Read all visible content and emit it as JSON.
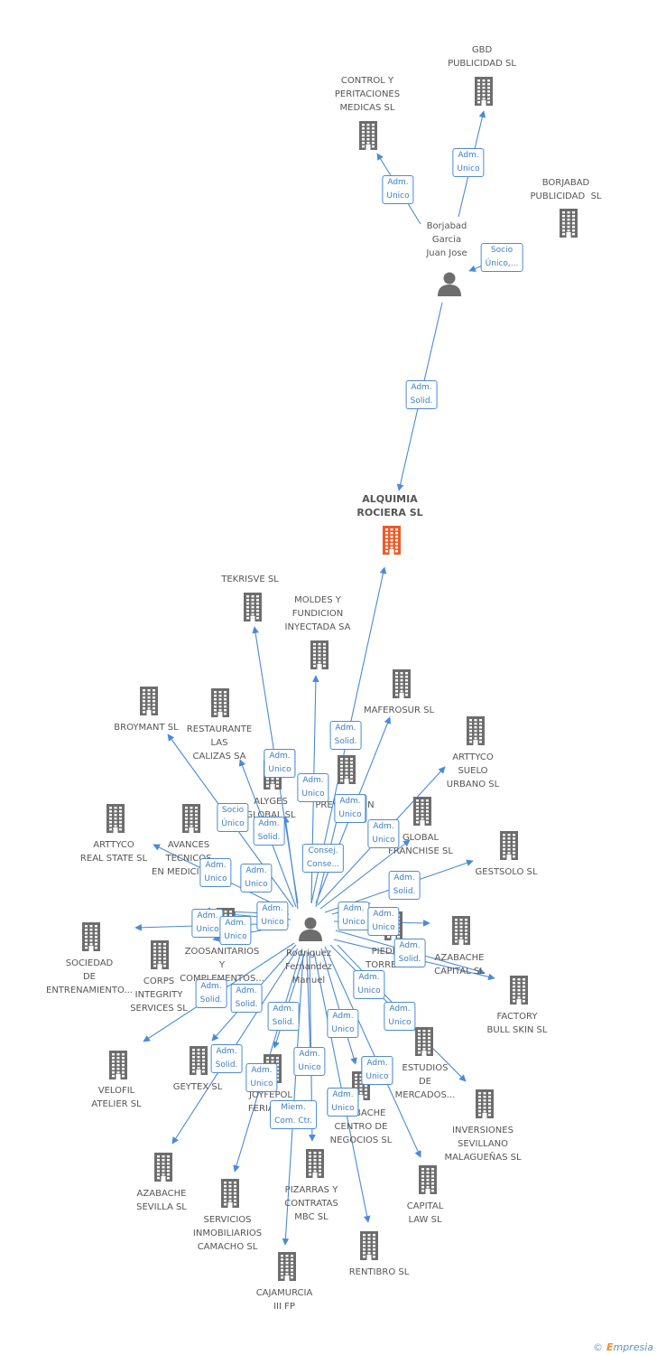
{
  "colors": {
    "edge": "#4a8ad8",
    "building": "#6d6d6d",
    "building_main": "#f05a28",
    "person": "#6d6d6d",
    "box_border": "#4a8ad8",
    "box_text": "#3b7dc8"
  },
  "nodes": [
    {
      "id": "gbd",
      "type": "building",
      "label": "GBD\nPUBLICIDAD SL"
    },
    {
      "id": "control",
      "type": "building",
      "label": "CONTROL Y\nPERITACIONES\nMEDICAS SL"
    },
    {
      "id": "borjabad_pub",
      "type": "building",
      "label": "BORJABAD\nPUBLICIDAD  SL"
    },
    {
      "id": "borjabad_person",
      "type": "person",
      "label": "Borjabad\nGarcia\nJuan Jose"
    },
    {
      "id": "alquimia",
      "type": "building_main",
      "label": "ALQUIMIA\nROCIERA SL"
    },
    {
      "id": "tekrisve",
      "type": "building",
      "label": "TEKRISVE SL"
    },
    {
      "id": "moldes",
      "type": "building",
      "label": "MOLDES Y\nFUNDICION\nINYECTADA SA"
    },
    {
      "id": "maferosur",
      "type": "building",
      "label": "MAFEROSUR SL"
    },
    {
      "id": "broymant",
      "type": "building",
      "label": "BROYMANT SL"
    },
    {
      "id": "restaurante",
      "type": "building",
      "label": "RESTAURANTE\nLAS\nCALIZAS SA"
    },
    {
      "id": "arttyco_suelo",
      "type": "building",
      "label": "ARTTYCO\nSUELO\nURBANO SL"
    },
    {
      "id": "alyges",
      "type": "building",
      "label": "ALYGES\nGLOBAL SL"
    },
    {
      "id": "pre",
      "type": "building",
      "label": "PREVENCION\nSL"
    },
    {
      "id": "global_fr",
      "type": "building",
      "label": "GLOBAL\nFRANCHISE SL"
    },
    {
      "id": "arttyco_real",
      "type": "building",
      "label": "ARTTYCO\nREAL STATE SL"
    },
    {
      "id": "avances",
      "type": "building",
      "label": "AVANCES\nTECNICOS\nEN MEDICINA SL"
    },
    {
      "id": "gestsolo",
      "type": "building",
      "label": "GESTSOLO SL"
    },
    {
      "id": "sociedad",
      "type": "building",
      "label": "SOCIEDAD\nDE\nENTRENAMIENTO..."
    },
    {
      "id": "zoosanitarios",
      "type": "building",
      "label": "ZOOSANITARIOS\nY\nCOMPLEMENTOS..."
    },
    {
      "id": "corps",
      "type": "building",
      "label": "CORPS\nINTEGRITY\nSERVICES SL"
    },
    {
      "id": "person_rod",
      "type": "person",
      "label": "Rodriguez\nFernandez\nManuel"
    },
    {
      "id": "piedras",
      "type": "building",
      "label": "PIEDRAS\nTORRES SL"
    },
    {
      "id": "azabache_cap",
      "type": "building",
      "label": "AZABACHE\nCAPITAL SL"
    },
    {
      "id": "factory",
      "type": "building",
      "label": "FACTORY\nBULL SKIN SL"
    },
    {
      "id": "velofil",
      "type": "building",
      "label": "VELOFIL\nATELIER SL"
    },
    {
      "id": "geytex",
      "type": "building",
      "label": "GEYTEX SL"
    },
    {
      "id": "joyfepol",
      "type": "building",
      "label": "JOYFEPOL\nFERIAS SL"
    },
    {
      "id": "estudios",
      "type": "building",
      "label": "ESTUDIOS\nDE\nMERCADOS..."
    },
    {
      "id": "azabache_cn",
      "type": "building",
      "label": "AZABACHE\nCENTRO DE\nNEGOCIOS SL"
    },
    {
      "id": "inversiones",
      "type": "building",
      "label": "INVERSIONES\nSEVILLANO\nMALAGUEÑAS SL"
    },
    {
      "id": "azabache_sev",
      "type": "building",
      "label": "AZABACHE\nSEVILLA SL"
    },
    {
      "id": "servicios",
      "type": "building",
      "label": "SERVICIOS\nINMOBILIARIOS\nCAMACHO SL"
    },
    {
      "id": "pizarras",
      "type": "building",
      "label": "PIZARRAS Y\nCONTRATAS\nMBC SL"
    },
    {
      "id": "capital_law",
      "type": "building",
      "label": "CAPITAL\nLAW SL"
    },
    {
      "id": "rentibro",
      "type": "building",
      "label": "RENTIBRO SL"
    },
    {
      "id": "cajamurcia",
      "type": "building",
      "label": "CAJAMURCIA\nIII FP"
    }
  ],
  "relations": [
    {
      "id": "r_gbd",
      "label": "Adm.\nUnico"
    },
    {
      "id": "r_control",
      "label": "Adm.\nUnico"
    },
    {
      "id": "r_borj",
      "label": "Socio\nÚnico,..."
    },
    {
      "id": "r_alq_b",
      "label": "Adm.\nSolid."
    },
    {
      "id": "r_alq_r",
      "label": "Adm.\nSolid."
    },
    {
      "id": "r_tek",
      "label": "Adm.\nUnico"
    },
    {
      "id": "r_moldes",
      "label": "Adm.\nUnico"
    },
    {
      "id": "r_maf",
      "label": "Adm.\nUnico"
    },
    {
      "id": "r_broy",
      "label": "Socio\nÚnico"
    },
    {
      "id": "r_alyg",
      "label": "Adm.\nSolid."
    },
    {
      "id": "r_pre",
      "label": "Consej.\nConse..."
    },
    {
      "id": "r_glob",
      "label": "Adm.\nUnico"
    },
    {
      "id": "r_rest",
      "label": "Adm.\nUnico"
    },
    {
      "id": "r_avan",
      "label": "Adm.\nUnico"
    },
    {
      "id": "r_arts",
      "label": "Adm.\nUnico"
    },
    {
      "id": "r_gest",
      "label": "Adm.\nSolid."
    },
    {
      "id": "r_artr",
      "label": "Adm.\nUnico"
    },
    {
      "id": "r_zoo",
      "label": "Adm.\nUnico"
    },
    {
      "id": "r_soc",
      "label": "Adm.\nUnico"
    },
    {
      "id": "r_zoo2",
      "label": "Adm.\nUnico"
    },
    {
      "id": "r_pied",
      "label": "Adm.\nUnico"
    },
    {
      "id": "r_pied2",
      "label": "Adm.\nUnico"
    },
    {
      "id": "r_azc",
      "label": "Adm.\nSolid."
    },
    {
      "id": "r_fact",
      "label": "Adm.\nUnico"
    },
    {
      "id": "r_corps",
      "label": "Adm.\nSolid."
    },
    {
      "id": "r_velo",
      "label": "Adm.\nSolid."
    },
    {
      "id": "r_geyt",
      "label": "Adm.\nSolid."
    },
    {
      "id": "r_joyf",
      "label": "Adm.\nUnico"
    },
    {
      "id": "r_est",
      "label": "Adm.\nUnico"
    },
    {
      "id": "r_azsev",
      "label": "Adm.\nSolid."
    },
    {
      "id": "r_serv",
      "label": "Adm.\nUnico"
    },
    {
      "id": "r_piz",
      "label": "Adm.\nUnico"
    },
    {
      "id": "r_caj",
      "label": "Miem.\nCom. Ctr."
    },
    {
      "id": "r_azcn",
      "label": "Adm.\nUnico"
    },
    {
      "id": "r_inv",
      "label": "Adm.\nUnico"
    },
    {
      "id": "r_cap",
      "label": "Adm.\nUnico"
    },
    {
      "id": "r_rent",
      "label": "Adm.\nUnico"
    }
  ],
  "brand": {
    "copyright": "©",
    "first": "E",
    "rest": "mpresia"
  }
}
